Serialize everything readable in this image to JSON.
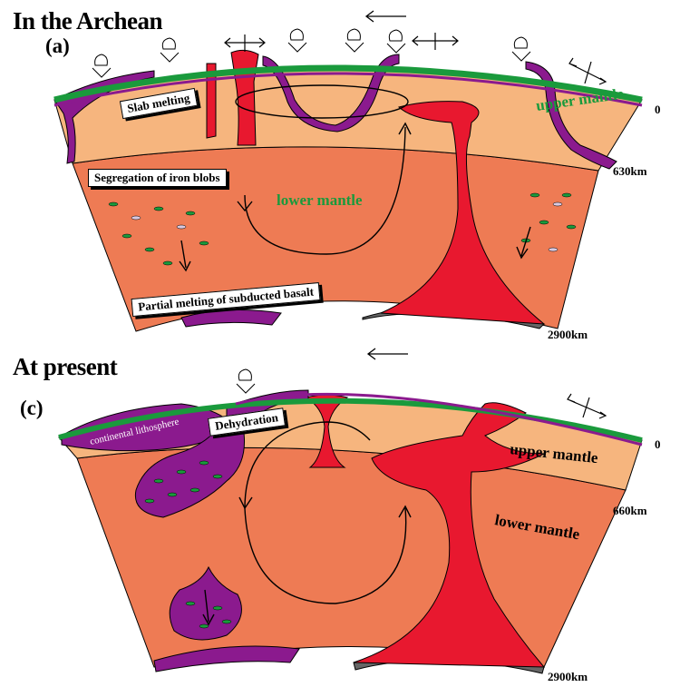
{
  "panel_a": {
    "heading": "In the Archean",
    "letter": "(a)",
    "labels": {
      "slab_melting": "Slab melting",
      "upper_mantle": "upper mantle",
      "lower_mantle": "lower mantle",
      "iron_blobs": "Segregation of iron blobs",
      "partial_melting": "Partial melting of subducted basalt"
    },
    "depths": {
      "surface": "0",
      "transition": "630km",
      "core": "2900km"
    }
  },
  "panel_c": {
    "heading": "At present",
    "letter": "(c)",
    "labels": {
      "continental": "continental lithosphere",
      "dehydration": "Dehydration",
      "upper_mantle": "upper mantle",
      "lower_mantle": "lower mantle"
    },
    "depths": {
      "surface": "0",
      "transition": "660km",
      "core": "2900km"
    }
  },
  "colors": {
    "upper_mantle": "#f6b57e",
    "lower_mantle": "#ee7b54",
    "plume": "#e8182f",
    "slab": "#8b1a8e",
    "crust": "#1a9a3c",
    "core": "#666666"
  }
}
